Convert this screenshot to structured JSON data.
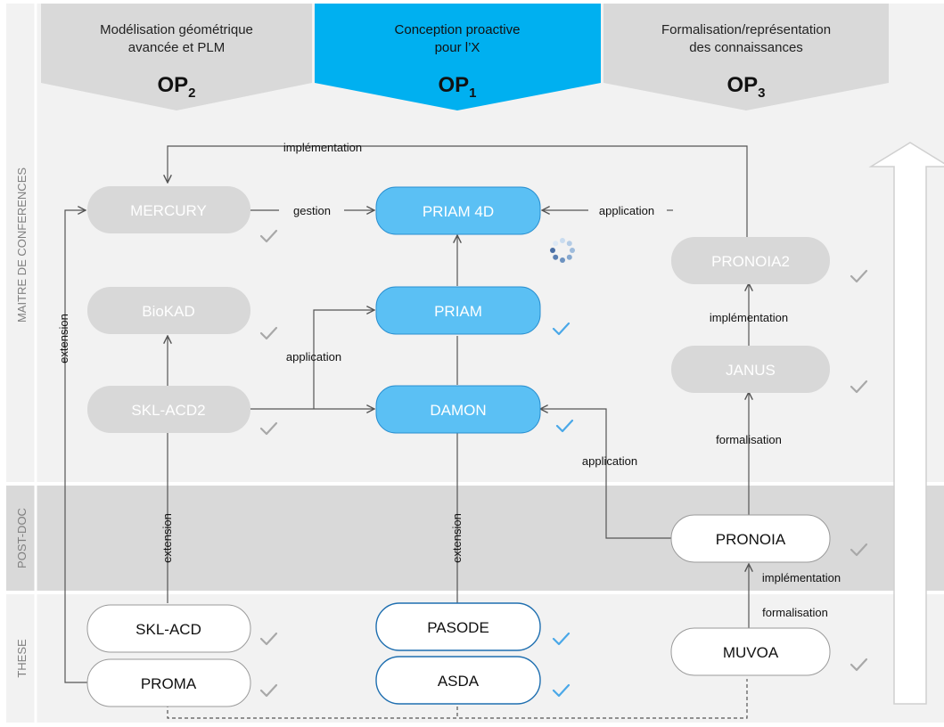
{
  "rows": {
    "mcf": "MAITRE DE CONFERENCES",
    "postdoc": "POST-DOC",
    "these": "THESE"
  },
  "headers": {
    "op2": {
      "title_line1": "Modélisation géométrique",
      "title_line2": "avancée et PLM",
      "code": "OP",
      "sub": "2"
    },
    "op1": {
      "title_line1": "Conception proactive",
      "title_line2": "pour l’X",
      "code": "OP",
      "sub": "1"
    },
    "op3": {
      "title_line1": "Formalisation/représentation",
      "title_line2": "des connaissances",
      "code": "OP",
      "sub": "3"
    }
  },
  "nodes": {
    "mercury": "MERCURY",
    "priam4d": "PRIAM 4D",
    "pronoia2": "PRONOIA2",
    "biokad": "BioKAD",
    "priam": "PRIAM",
    "janus": "JANUS",
    "skl_acd2": "SKL-ACD2",
    "damon": "DAMON",
    "pronoia": "PRONOIA",
    "skl_acd": "SKL-ACD",
    "pasode": "PASODE",
    "muvoa": "MUVOA",
    "proma": "PROMA",
    "asda": "ASDA"
  },
  "edge_labels": {
    "implementation_top": "implémentation",
    "gestion": "gestion",
    "application_top": "application",
    "extension_left": "extension",
    "application_mid": "application",
    "implementation_janus": "implémentation",
    "formalisation_janus": "formalisation",
    "application_pronoia": "application",
    "extension_skl": "extension",
    "extension_damon": "extension",
    "implementation_muvoa": "implémentation",
    "formalisation_muvoa": "formalisation"
  },
  "colors": {
    "op1_accent": "#00b0f0",
    "node_blue": "#5bc0f4",
    "check_blue": "#4aa8e8",
    "check_gray": "#a8a8a8",
    "node_gray": "#d8d8d8",
    "band_mcf": "#f2f2f2",
    "band_postdoc": "#d9d9d9"
  },
  "status": {
    "mercury": "done",
    "pronoia2": "done",
    "biokad": "done",
    "priam": "done",
    "janus": "done",
    "skl_acd2": "done",
    "damon": "done",
    "pronoia": "done",
    "skl_acd": "done",
    "pasode": "done",
    "muvoa": "done",
    "proma": "done",
    "asda": "done",
    "priam4d": "in-progress"
  }
}
